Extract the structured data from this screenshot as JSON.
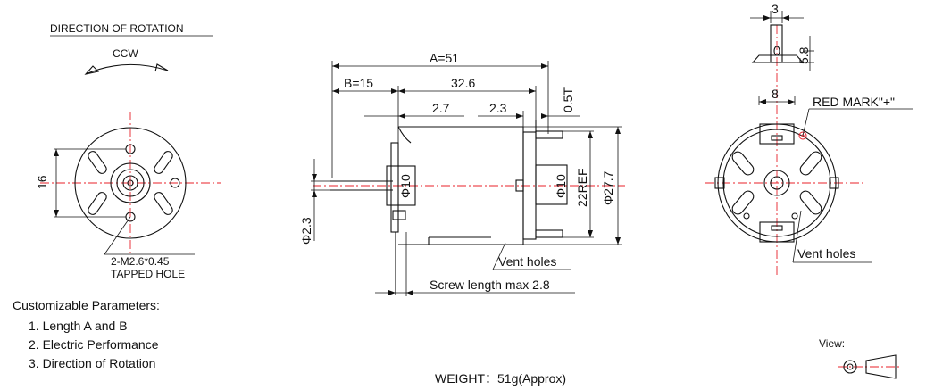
{
  "rotation": {
    "title": "DIRECTION OF ROTATION",
    "direction": "CCW"
  },
  "front_left": {
    "dim_16": "16",
    "hole_note_1": "2-M2.6*0.45",
    "hole_note_2": "TAPPED HOLE"
  },
  "side_view": {
    "dim_A": "A=51",
    "dim_B": "B=15",
    "dim_body": "32.6",
    "dim_27": "2.7",
    "dim_23": "2.3",
    "dim_05T": "0.5T",
    "dia_shaft_left": "Φ2.3",
    "dia_10_left": "Φ10",
    "dia_10_right": "Φ10",
    "dim_22ref": "22REF",
    "dia_277": "Φ27.7",
    "vent_holes": "Vent holes",
    "screw_length": "Screw length max 2.8"
  },
  "right_view": {
    "dim_3": "3",
    "dim_58": "5.8",
    "dim_8": "8",
    "red_mark": "RED MARK\"+\"",
    "vent_holes": "Vent holes"
  },
  "custom": {
    "title": "Customizable Parameters:",
    "items": [
      "1. Length A and B",
      "2. Electric Performance",
      "3. Direction of Rotation"
    ]
  },
  "weight": "WEIGHT：51g(Approx)",
  "view_label": "View:"
}
